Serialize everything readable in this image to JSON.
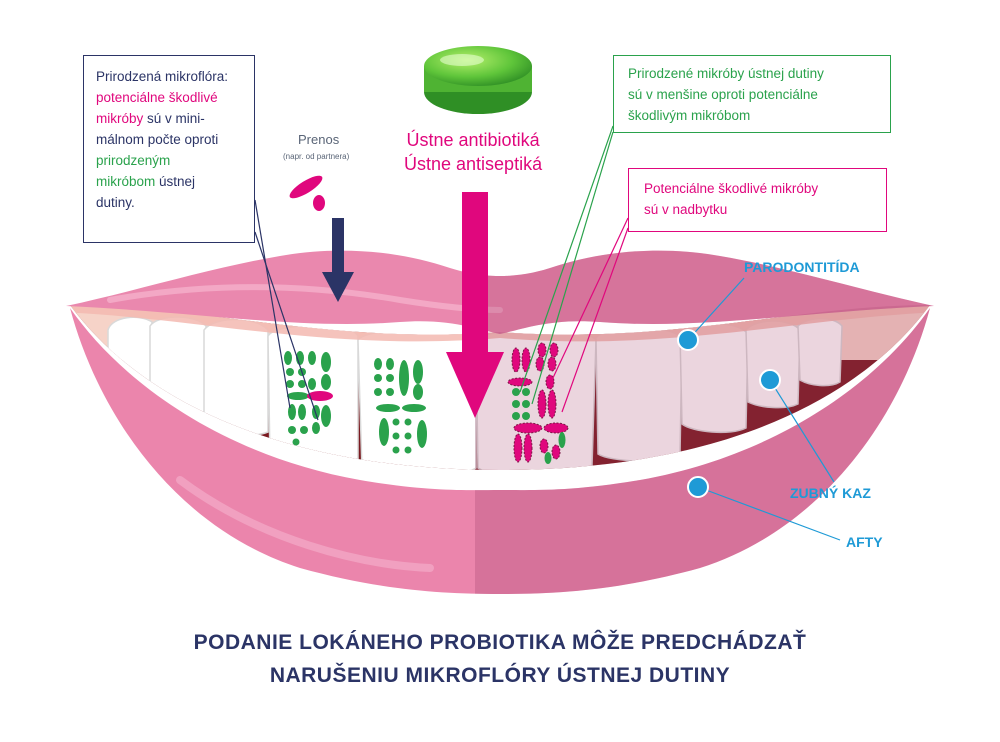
{
  "box_left": {
    "line1": "Prirodzená  mikroflóra:",
    "line2": "potenciálne škodlivé",
    "line3_pink": "mikróby",
    "line3_rest": " sú v mini-",
    "line4": "málnom počte oproti",
    "line5": "prirodzeným",
    "line6_green": "mikróbom",
    "line6_rest": " ústnej",
    "line7": "dutiny."
  },
  "box_green": {
    "line1": "Prirodzené mikróby ústnej dutiny",
    "line2": "sú v menšine oproti potenciálne",
    "line3": "škodlivým mikróbom"
  },
  "box_pink": {
    "line1": "Potenciálne škodlivé mikróby",
    "line2": "sú v nadbytku"
  },
  "transfer": {
    "label": "Prenos",
    "note": "(napr. od partnera)"
  },
  "antibiotics": {
    "line1": "Ústne antibiotiká",
    "line2": "Ústne antiseptiká"
  },
  "conditions": {
    "periodontitis": "PARODONTITÍDA",
    "caries": "ZUBNÝ KAZ",
    "aphthae": "AFTY"
  },
  "footer": {
    "line1": "PODANIE LOKÁNEHO PROBIOTIKA MÔŽE PREDCHÁDZAŤ",
    "line2": "NARUŠENIU MIKROFLÓRY ÚSTNEJ DUTINY"
  },
  "colors": {
    "navy": "#2b3466",
    "pink": "#e0077d",
    "green": "#2aa24c",
    "blue": "#1e9ad6",
    "lip": "#eb85ac"
  },
  "icons": {
    "lozenge": "green-lozenge-icon",
    "arrow_transfer": "navy-down-arrow",
    "arrow_antibiotics": "pink-down-arrow"
  }
}
